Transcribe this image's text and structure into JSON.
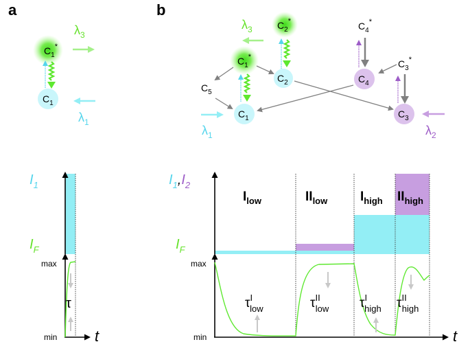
{
  "colors": {
    "cyan": "#93eef5",
    "cyan_dark": "#55d5ec",
    "green": "#5ee830",
    "green_text": "#66e22c",
    "purple": "#c79ee0",
    "purple_dark": "#9d5cc7",
    "gray": "#808080",
    "black": "#000000"
  },
  "panel_a": {
    "label": "a",
    "c1_star": {
      "base": "C",
      "sub": "1",
      "sup": "*"
    },
    "c1": {
      "base": "C",
      "sub": "1"
    },
    "lambda3": {
      "base": "λ",
      "sub": "3"
    },
    "lambda1": {
      "base": "λ",
      "sub": "1"
    },
    "y_top": {
      "base": "I",
      "sub": "1"
    },
    "y_bottom": {
      "base": "I",
      "sub": "F"
    },
    "max_label": "max",
    "min_label": "min",
    "tau_label": "τ",
    "x_label": "t"
  },
  "panel_b": {
    "label": "b",
    "c2_star": {
      "base": "C",
      "sub": "2",
      "sup": "*"
    },
    "c1_star": {
      "base": "C",
      "sub": "1",
      "sup": "*"
    },
    "c2": {
      "base": "C",
      "sub": "2"
    },
    "c5": {
      "base": "C",
      "sub": "5"
    },
    "c1": {
      "base": "C",
      "sub": "1"
    },
    "c4_star": {
      "base": "C",
      "sub": "4",
      "sup": "*"
    },
    "c4": {
      "base": "C",
      "sub": "4"
    },
    "c3_star": {
      "base": "C",
      "sub": "3",
      "sup": "*"
    },
    "c3": {
      "base": "C",
      "sub": "3"
    },
    "lambda3": {
      "base": "λ",
      "sub": "3"
    },
    "lambda1": {
      "base": "λ",
      "sub": "1"
    },
    "lambda2": {
      "base": "λ",
      "sub": "2"
    },
    "y_top_i1": {
      "base": "I",
      "sub": "1"
    },
    "y_top_sep": ",",
    "y_top_i2": {
      "base": "I",
      "sub": "2"
    },
    "y_bottom": {
      "base": "I",
      "sub": "F"
    },
    "max_label": "max",
    "min_label": "min",
    "x_label": "t",
    "phases": [
      {
        "roman": "I",
        "sub": "low",
        "tau_sup": "I",
        "tau_sub": "low"
      },
      {
        "roman": "II",
        "sub": "low",
        "tau_sup": "II",
        "tau_sub": "low"
      },
      {
        "roman": "I",
        "sub": "high",
        "tau_sup": "I",
        "tau_sub": "high"
      },
      {
        "roman": "II",
        "sub": "high",
        "tau_sup": "II",
        "tau_sub": "high"
      }
    ]
  }
}
